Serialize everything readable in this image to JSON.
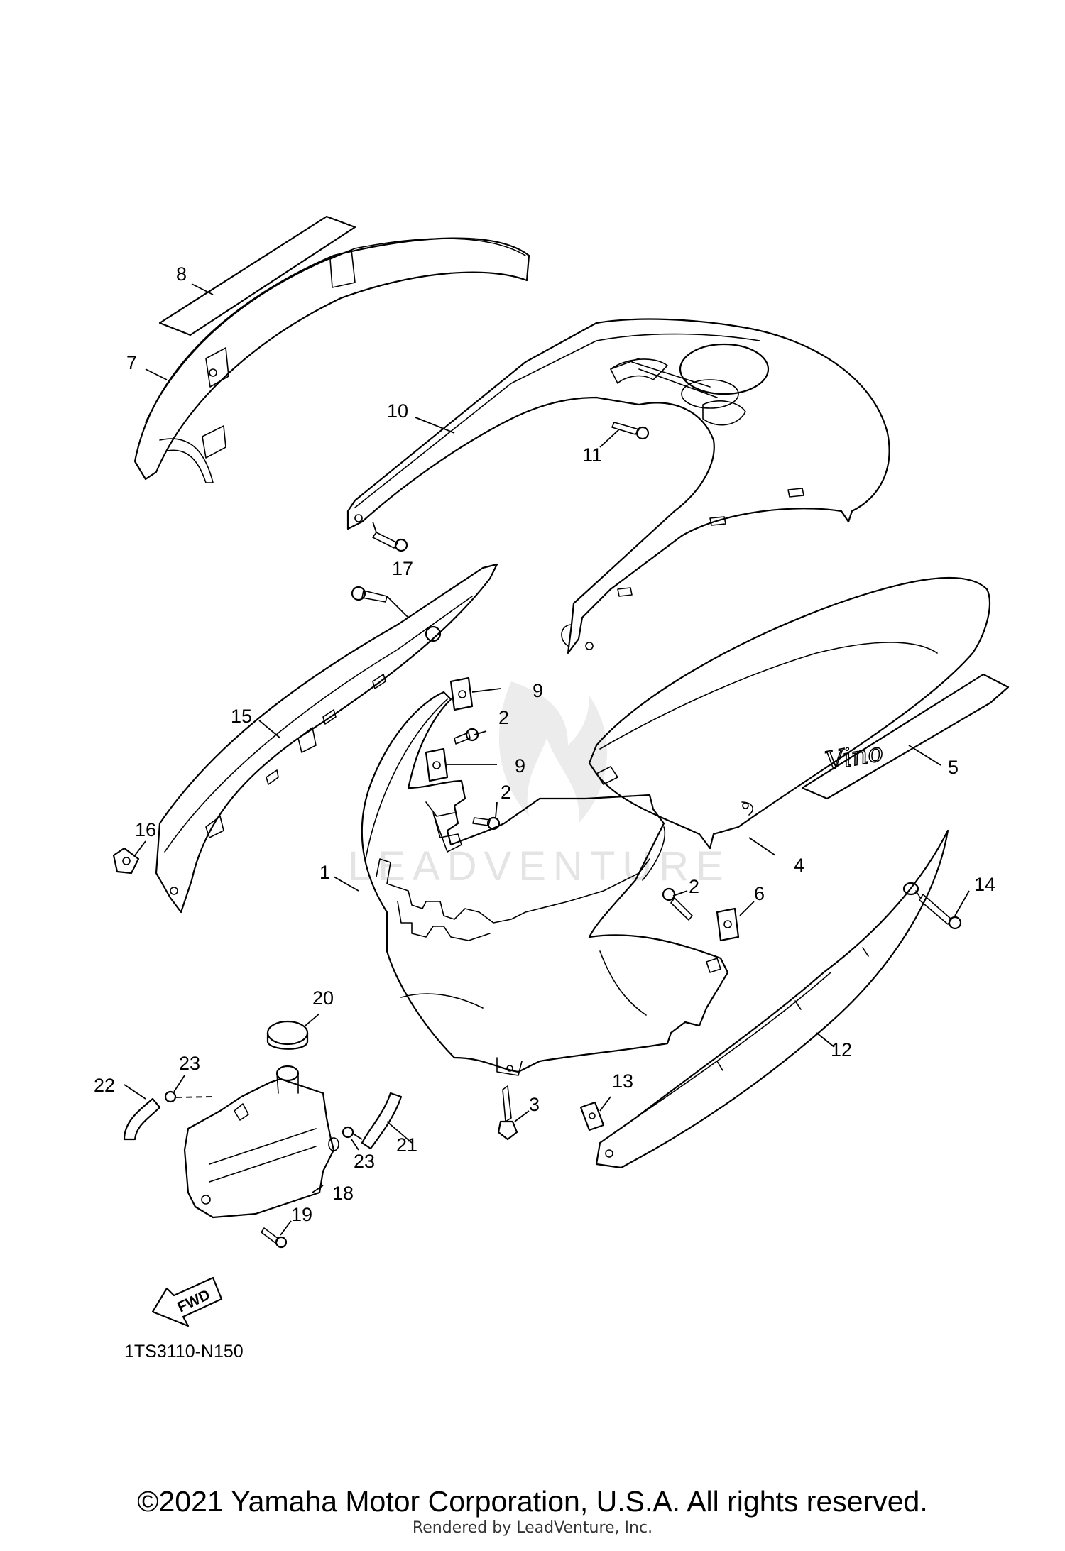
{
  "diagram": {
    "code": "1TS3110-N150",
    "fwd_label": "FWD",
    "watermark": "LEADVENTURE",
    "logo_text": "Vino"
  },
  "callouts": [
    {
      "id": "1",
      "label": "1"
    },
    {
      "id": "2a",
      "label": "2"
    },
    {
      "id": "2b",
      "label": "2"
    },
    {
      "id": "2c",
      "label": "2"
    },
    {
      "id": "3",
      "label": "3"
    },
    {
      "id": "4",
      "label": "4"
    },
    {
      "id": "5",
      "label": "5"
    },
    {
      "id": "6",
      "label": "6"
    },
    {
      "id": "7",
      "label": "7"
    },
    {
      "id": "8",
      "label": "8"
    },
    {
      "id": "9a",
      "label": "9"
    },
    {
      "id": "9b",
      "label": "9"
    },
    {
      "id": "10",
      "label": "10"
    },
    {
      "id": "11",
      "label": "11"
    },
    {
      "id": "12",
      "label": "12"
    },
    {
      "id": "13",
      "label": "13"
    },
    {
      "id": "14",
      "label": "14"
    },
    {
      "id": "15",
      "label": "15"
    },
    {
      "id": "16",
      "label": "16"
    },
    {
      "id": "17",
      "label": "17"
    },
    {
      "id": "18",
      "label": "18"
    },
    {
      "id": "19",
      "label": "19"
    },
    {
      "id": "20",
      "label": "20"
    },
    {
      "id": "21",
      "label": "21"
    },
    {
      "id": "22",
      "label": "22"
    },
    {
      "id": "23a",
      "label": "23"
    },
    {
      "id": "23b",
      "label": "23"
    }
  ],
  "footer": {
    "copyright": "©2021 Yamaha Motor Corporation, U.S.A. All rights reserved.",
    "rendered_by": "Rendered by LeadVenture, Inc."
  }
}
